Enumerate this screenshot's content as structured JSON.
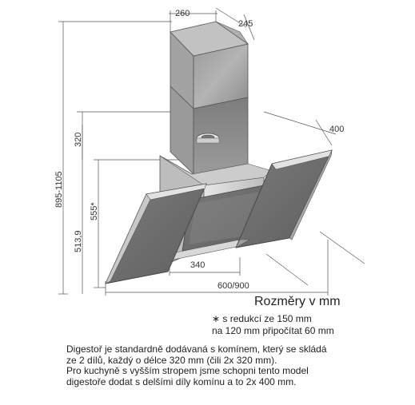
{
  "dimensions": {
    "chimney_width": "260",
    "chimney_depth": "245",
    "hood_depth": "400",
    "chimney_piece": "320",
    "total_height": "895-1105",
    "hood_height": "555*",
    "side_height": "513,9",
    "inner_width": "340",
    "overall_width": "600/900"
  },
  "caption": {
    "title": "Rozměry v mm",
    "note_line1": "∗ s redukcí ze 150 mm",
    "note_line2": "na 120 mm připočítat 60 mm"
  },
  "description": {
    "line1": "Digestoř je standardně dodávaná s komínem, který se skládá",
    "line2": "ze 2 dílů, každý o délce 320 mm (čili 2x 320 mm).",
    "line3": "Pro kuchyně s vyšším stropem jsme schopni tento model",
    "line4": "digestoře dodat s delšími díly komínu a to 2x 400 mm."
  },
  "colors": {
    "steel_dark": "#8a8a8a",
    "steel_mid": "#a8a8a8",
    "steel_light": "#d0d0d0",
    "glass": "#6e6e6e",
    "line": "#555555"
  }
}
